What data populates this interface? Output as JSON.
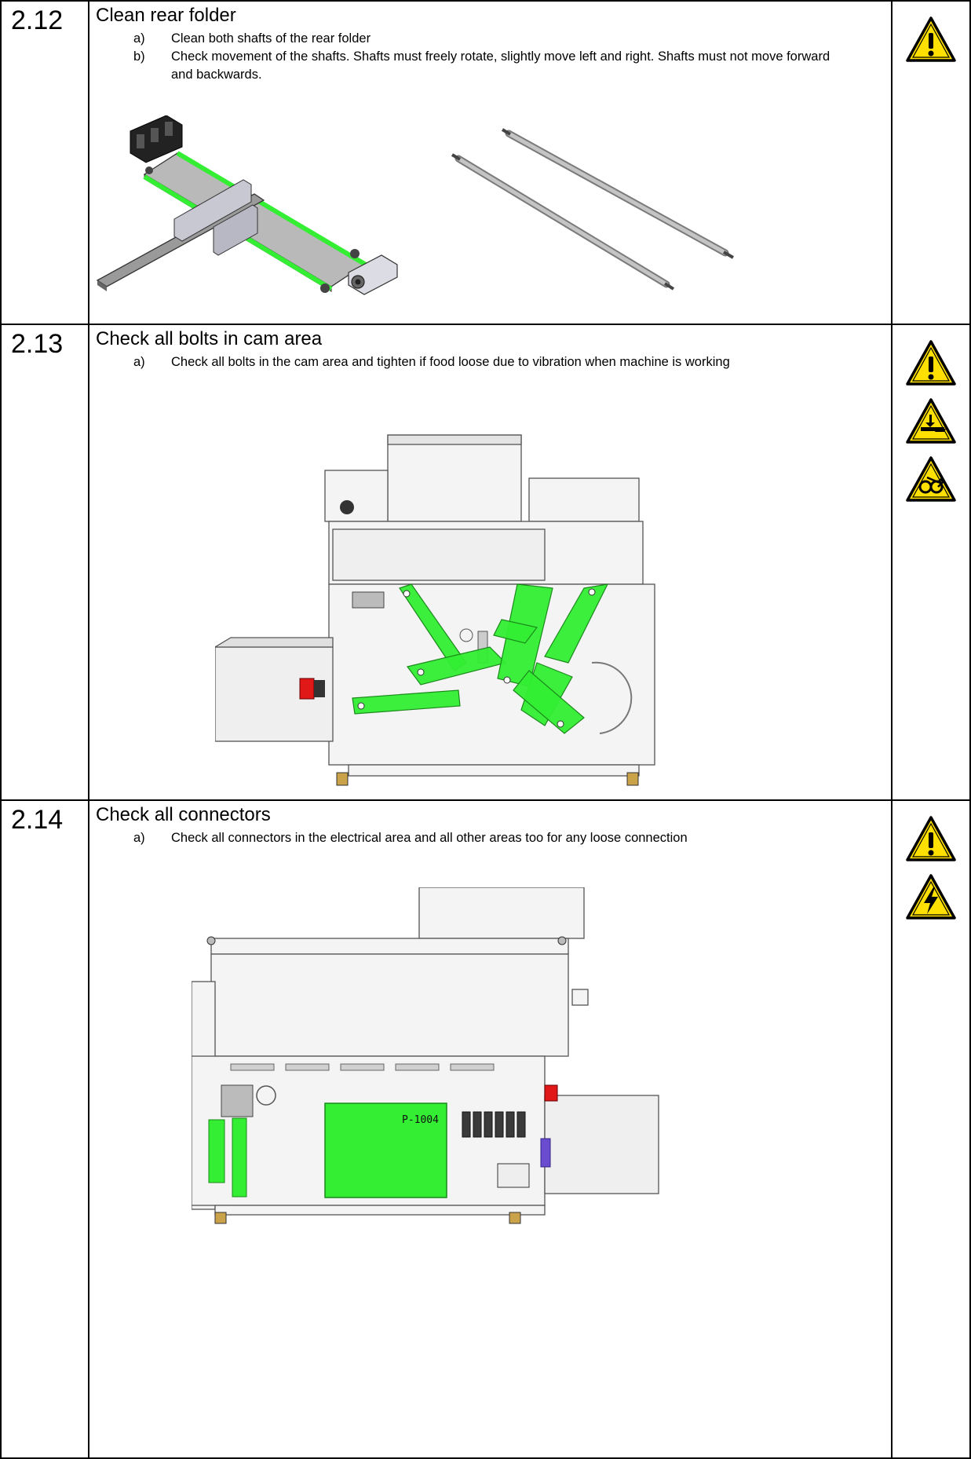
{
  "sections": [
    {
      "number": "2.12",
      "title": "Clean rear folder",
      "steps": [
        {
          "letter": "a)",
          "text": "Clean both shafts of the rear folder"
        },
        {
          "letter": "b)",
          "text": "Check movement of the shafts. Shafts must freely rotate, slightly move left and right. Shafts must not move forward and backwards."
        }
      ],
      "warnings": [
        "general-warning-icon"
      ]
    },
    {
      "number": "2.13",
      "title": "Check all bolts in cam area",
      "steps": [
        {
          "letter": "a)",
          "text": "Check all bolts in the cam area and tighten if food loose due to vibration when machine is working"
        }
      ],
      "warnings": [
        "general-warning-icon",
        "crush-hazard-icon",
        "hand-entanglement-icon"
      ]
    },
    {
      "number": "2.14",
      "title": "Check all connectors",
      "steps": [
        {
          "letter": "a)",
          "text": "Check all connectors in the electrical area and all other areas too for any loose connection"
        }
      ],
      "warnings": [
        "general-warning-icon",
        "electrical-hazard-icon"
      ]
    }
  ],
  "labels": {
    "panel_label": "P-1004"
  },
  "colors": {
    "highlight": "#33ee33",
    "warning_yellow": "#ffe000",
    "machine_gray": "#d8d8d8"
  }
}
